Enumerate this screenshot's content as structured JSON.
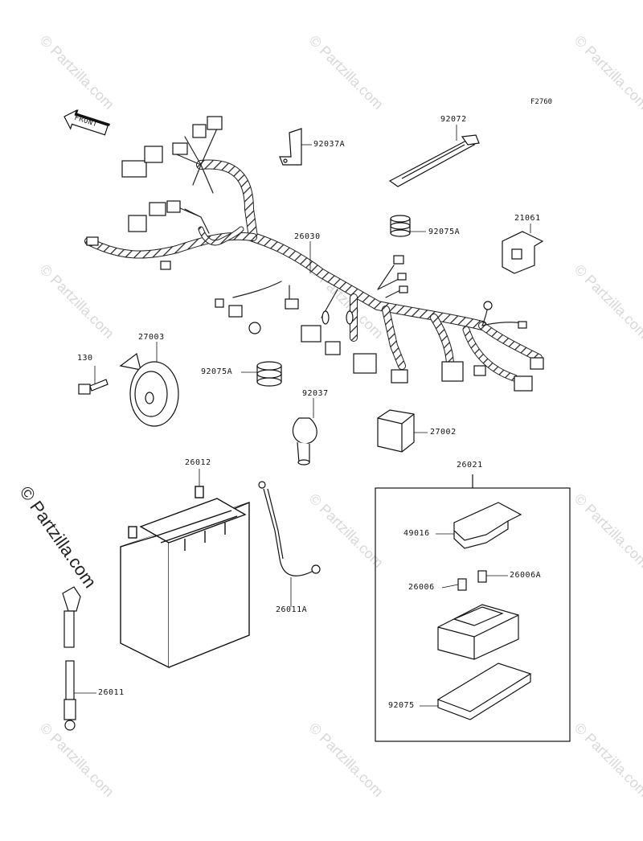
{
  "diagram": {
    "ref_code": "F2760",
    "front_label": "FRONT",
    "watermark": "© Partzilla.com",
    "watermark_small": "© Partzilla.com",
    "parts": {
      "p92037A": "92037A",
      "p92072": "92072",
      "p26030": "26030",
      "p92075A_top": "92075A",
      "p21061": "21061",
      "p130": "130",
      "p27003": "27003",
      "p92075A_mid": "92075A",
      "p92037": "92037",
      "p27002": "27002",
      "p26012": "26012",
      "p26021": "26021",
      "p49016": "49016",
      "p26006": "26006",
      "p26006A": "26006A",
      "p26011A": "26011A",
      "p26011": "26011",
      "p92075": "92075"
    }
  }
}
